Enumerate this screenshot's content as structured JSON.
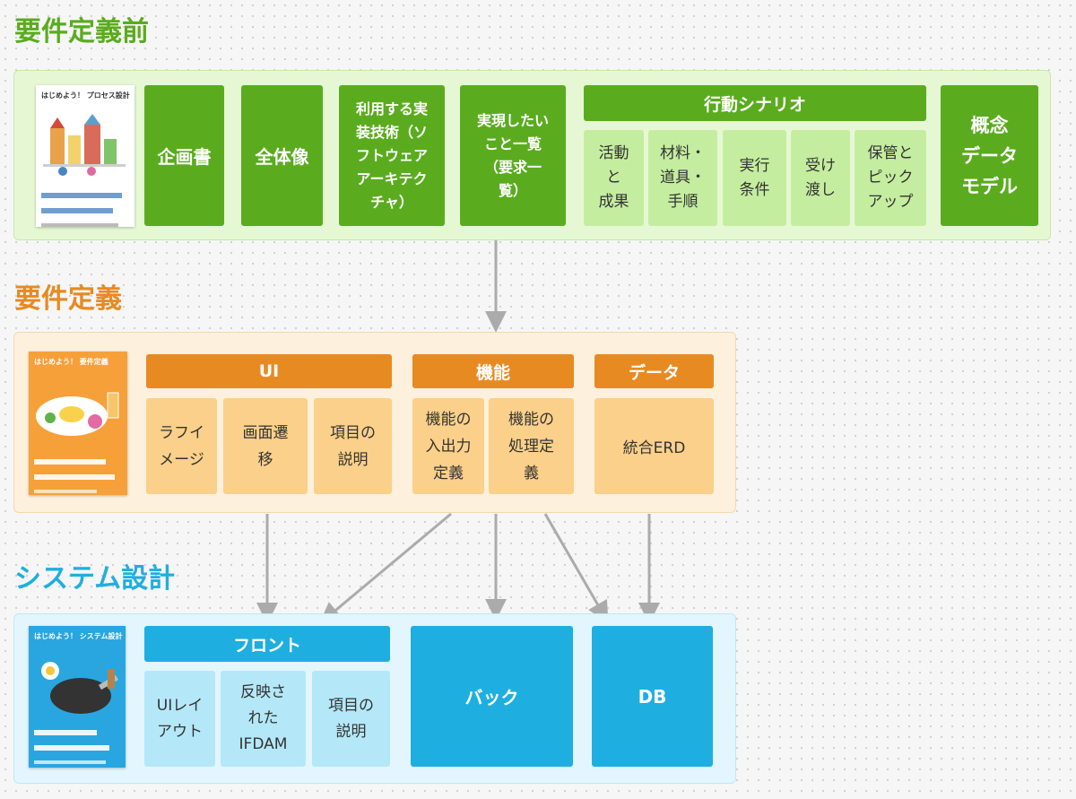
{
  "sections": {
    "pre": {
      "title": "要件定義前",
      "color": "#5aac1e",
      "book_title": "はじめよう！ プロセス設計",
      "boxes": {
        "kikaku": "企画書",
        "zentai": "全体像",
        "gijutsu": "利用する実\n装技術（ソ\nフトウェア\nアーキテク\nチャ）",
        "jitsugen": "実現したい\nこと一覧\n（要求一\n覧）",
        "scenario": "行動シナリオ",
        "gainen": "概念\nデータ\nモデル"
      },
      "scenario_items": [
        "活動\nと\n成果",
        "材料・\n道具・\n手順",
        "実行\n条件",
        "受け\n渡し",
        "保管と\nピック\nアップ"
      ]
    },
    "req": {
      "title": "要件定義",
      "color": "#e88a22",
      "book_title": "はじめよう！ 要件定義",
      "groups": {
        "ui": "UI",
        "kinou": "機能",
        "data": "データ"
      },
      "ui_items": [
        "ラフイ\nメージ",
        "画面遷\n移",
        "項目の\n説明"
      ],
      "kinou_items": [
        "機能の\n入出力\n定義",
        "機能の\n処理定\n義"
      ],
      "data_items": [
        "統合ERD"
      ]
    },
    "sys": {
      "title": "システム設計",
      "color": "#1eafe0",
      "book_title": "はじめよう！ システム設計",
      "groups": {
        "front": "フロント",
        "back": "バック",
        "db": "DB"
      },
      "front_items": [
        "UIレイ\nアウト",
        "反映さ\nれた\nIFDAM",
        "項目の\n説明"
      ]
    }
  },
  "arrow_color": "#ababab"
}
